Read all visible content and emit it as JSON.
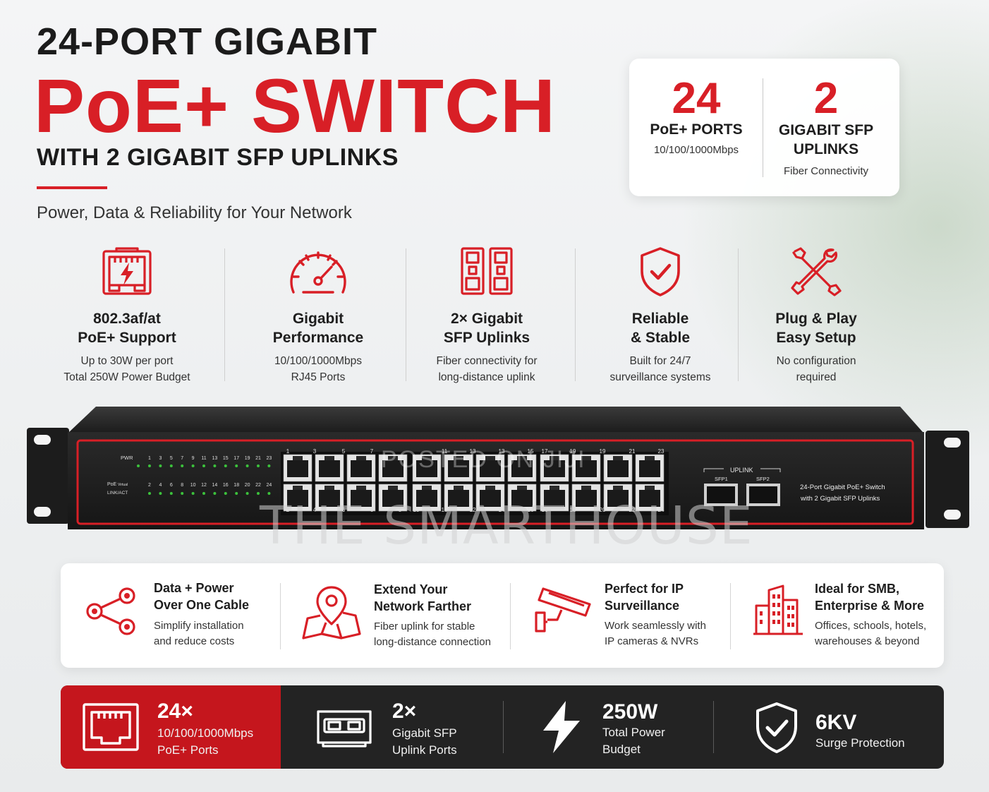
{
  "header": {
    "line1": "24-PORT GIGABIT",
    "line2": "PoE+ SWITCH",
    "line3": "WITH 2 GIGABIT SFP UPLINKS",
    "tagline": "Power, Data & Reliability for Your Network"
  },
  "stats": [
    {
      "value": "24",
      "label": "PoE+ PORTS",
      "caption": "10/100/1000Mbps"
    },
    {
      "value": "2",
      "label_line1": "GIGABIT SFP",
      "label_line2": "UPLINKS",
      "caption": "Fiber Connectivity"
    }
  ],
  "features": [
    {
      "icon": "ethernet-port-power-icon",
      "title1": "802.3af/at",
      "title2": "PoE+ Support",
      "desc1": "Up to 30W per port",
      "desc2": "Total 250W Power Budget"
    },
    {
      "icon": "speedometer-icon",
      "title1": "Gigabit",
      "title2": "Performance",
      "desc1": "10/100/1000Mbps",
      "desc2": "RJ45 Ports"
    },
    {
      "icon": "sfp-module-icon",
      "title1": "2× Gigabit",
      "title2": "SFP Uplinks",
      "desc1": "Fiber connectivity for",
      "desc2": "long-distance uplink"
    },
    {
      "icon": "shield-check-icon",
      "title1": "Reliable",
      "title2": "& Stable",
      "desc1": "Built for 24/7",
      "desc2": "surveillance systems"
    },
    {
      "icon": "tools-icon",
      "title1": "Plug & Play",
      "title2": "Easy Setup",
      "desc1": "No configuration",
      "desc2": "required"
    }
  ],
  "device": {
    "pwr_label": "PWR",
    "poe_label": "PoE",
    "mark_label": "Virtual",
    "link_label": "LINK/ACT",
    "led_top_numbers": [
      "1",
      "3",
      "5",
      "7",
      "9",
      "11",
      "13",
      "15",
      "17",
      "19",
      "21",
      "23"
    ],
    "led_bottom_numbers": [
      "2",
      "4",
      "6",
      "8",
      "10",
      "12",
      "14",
      "16",
      "18",
      "20",
      "22",
      "24"
    ],
    "port_top_numbers": [
      "1",
      "3",
      "5",
      "7",
      "11",
      "13",
      "13",
      "15",
      "17",
      "19",
      "19",
      "21",
      "23"
    ],
    "port_bottom_numbers": [
      "2",
      "4",
      "6",
      "6",
      "8",
      "10",
      "10",
      "12",
      "14",
      "16",
      "16",
      "18",
      "20",
      "22",
      "24"
    ],
    "uplink_label": "UPLINK",
    "sfp1_label": "SFP1",
    "sfp2_label": "SFP2",
    "model_line1": "24-Port Gigabit PoE+ Switch",
    "model_line2": "with 2 Gigabit SFP Uplinks"
  },
  "watermark": {
    "small": "POSTED ON JIJI",
    "large": "THE SMARTHOUSE"
  },
  "benefits": [
    {
      "icon": "share-nodes-icon",
      "title1": "Data + Power",
      "title2": "Over One Cable",
      "desc1": "Simplify installation",
      "desc2": "and reduce costs"
    },
    {
      "icon": "map-pin-icon",
      "title1": "Extend Your",
      "title2": "Network Farther",
      "desc1": "Fiber uplink for stable",
      "desc2": "long-distance connection"
    },
    {
      "icon": "security-camera-icon",
      "title1": "Perfect for IP",
      "title2": "Surveillance",
      "desc1": "Work seamlessly with",
      "desc2": "IP cameras & NVRs"
    },
    {
      "icon": "office-building-icon",
      "title1": "Ideal for SMB,",
      "title2": "Enterprise & More",
      "desc1": "Offices, schools, hotels,",
      "desc2": "warehouses & beyond"
    }
  ],
  "bottom_bar": [
    {
      "icon": "ethernet-port-icon",
      "value": "24×",
      "line1": "10/100/1000Mbps",
      "line2": "PoE+ Ports"
    },
    {
      "icon": "sfp-port-icon",
      "value": "2×",
      "line1": "Gigabit SFP",
      "line2": "Uplink Ports"
    },
    {
      "icon": "lightning-icon",
      "value": "250W",
      "line1": "Total Power",
      "line2": "Budget"
    },
    {
      "icon": "shield-check-icon",
      "value": "6KV",
      "line1": "Surge Protection"
    }
  ],
  "colors": {
    "accent_red": "#d81f26",
    "dark": "#232323",
    "led_green": "#3cc23c"
  }
}
